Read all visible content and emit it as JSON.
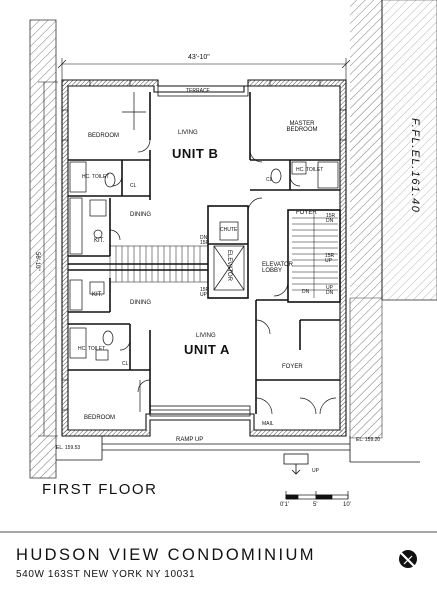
{
  "header": {
    "overall_dimension": "43'-10\"",
    "side_dimension": "56'-10\"",
    "floor_elevation": "F.FL.EL.161.40"
  },
  "rooms": {
    "terrace": "TERRACE",
    "bedroom_b": "BEDROOM",
    "living_b": "LIVING",
    "unit_b": "UNIT B",
    "master_bedroom": "MASTER BEDROOM",
    "hc_toilet_b": "HC. TOILET",
    "cl_b": "CL",
    "cl_master": "CL",
    "hc_toilet_master": "HC. TOILET",
    "kit_b": "KIT.",
    "dining_b": "DINING",
    "chute": "CHUTE",
    "elevator": "ELEVATOR",
    "elevator_lobby": "ELEVATOR LOBBY",
    "kit_a": "KIT.",
    "dining_a": "DINING",
    "living_a": "LIVING",
    "unit_a": "UNIT A",
    "foyer_right": "FOYER",
    "foyer_a": "FOYER",
    "hc_toilet_a": "HC. TOILET",
    "cl_a": "CL",
    "bedroom_a": "BEDROOM",
    "mail": "MAIL",
    "ramp": "RAMP UP",
    "up": "UP"
  },
  "stairs": {
    "up_mid": "DN 15R",
    "dn_lower": "15R UP",
    "right_top": "15R DN",
    "right_up": "15R UP",
    "right_dn": "DN",
    "right_mid": "UP DN"
  },
  "elevations": {
    "left": "EL. 159.53",
    "right": "EL. 159.20"
  },
  "labels": {
    "floor_name": "FIRST FLOOR",
    "building_name": "HUDSON VIEW CONDOMINIUM",
    "address": "540W 163ST NEW YORK NY 10031"
  },
  "scale_bar": {
    "ticks": [
      "0'1'",
      "5'",
      "10'"
    ]
  },
  "colors": {
    "ink": "#111111",
    "hatch": "#444444",
    "paper": "#ffffff"
  }
}
